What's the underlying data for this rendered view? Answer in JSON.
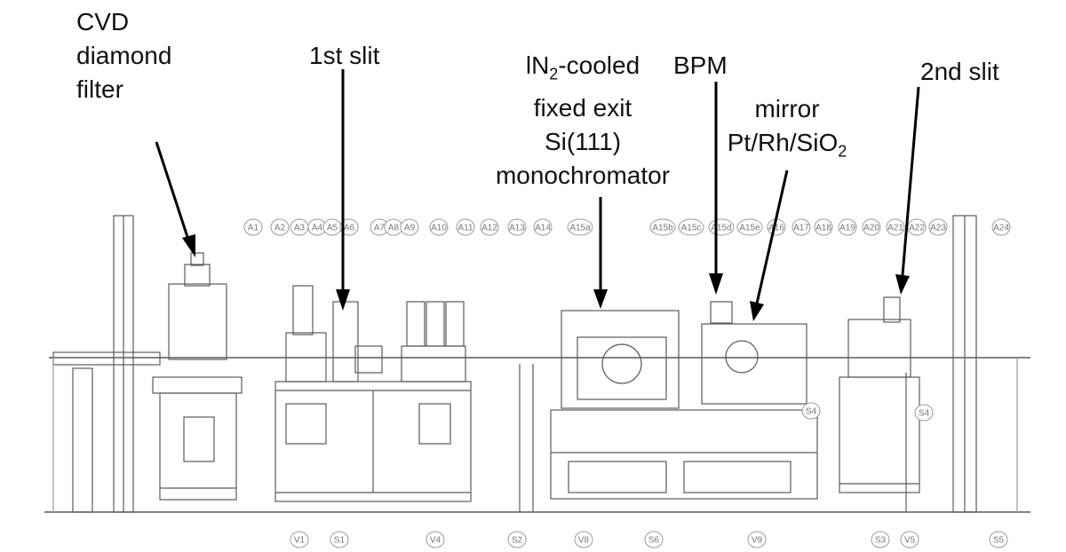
{
  "callouts": {
    "cvd": {
      "lines": [
        "CVD",
        "diamond",
        "filter"
      ]
    },
    "slit1": {
      "lines": [
        "1st slit"
      ]
    },
    "mono": {
      "l1_prefix": "lN",
      "l1_sub": "2",
      "l1_suffix": "-cooled",
      "lines": [
        "fixed exit",
        "Si(111)",
        "monochromator"
      ]
    },
    "bpm": {
      "lines": [
        "BPM"
      ]
    },
    "mirror": {
      "l1": "mirror",
      "l2_prefix": "Pt/Rh/SiO",
      "l2_sub": "2"
    },
    "slit2": {
      "lines": [
        "2nd slit"
      ]
    }
  },
  "component_tags": [
    "A1",
    "A2",
    "A3",
    "A4",
    "A5",
    "A6",
    "A7",
    "A8",
    "A9",
    "A10",
    "A11",
    "A12",
    "A13",
    "A14",
    "A15a",
    "A15b",
    "A15c",
    "A15d",
    "A15e",
    "A16",
    "A17",
    "A18",
    "A19",
    "A20",
    "A21",
    "A22",
    "A23",
    "A24"
  ],
  "bottom_tags": [
    "V1",
    "S1",
    "V4",
    "S2",
    "V8",
    "S6",
    "V9",
    "S3",
    "V5",
    "S5"
  ],
  "mid_tags": [
    "S4",
    "S4"
  ],
  "colors": {
    "line": "#000000",
    "drawing": "#5a5a5a",
    "light": "#9a9a9a"
  }
}
